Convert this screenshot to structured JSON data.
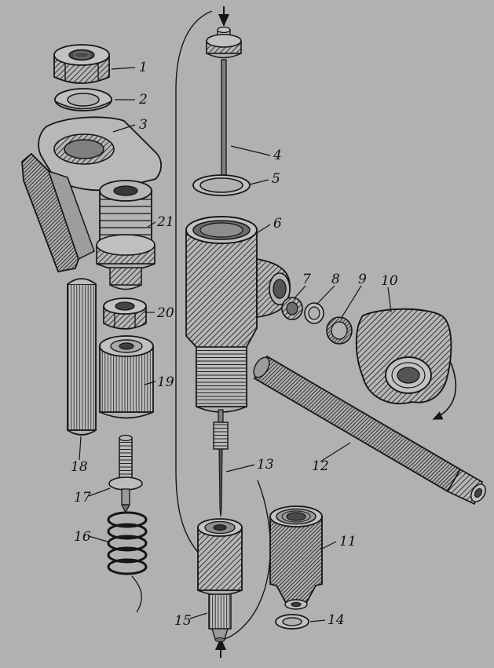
{
  "figure": {
    "kind": "exploded-parts-diagram",
    "background": "#b1b1b1",
    "ink": "#161616"
  },
  "labels": [
    "1",
    "2",
    "3",
    "4",
    "5",
    "6",
    "7",
    "8",
    "9",
    "10",
    "11",
    "12",
    "13",
    "14",
    "15",
    "16",
    "17",
    "18",
    "19",
    "20",
    "21"
  ]
}
